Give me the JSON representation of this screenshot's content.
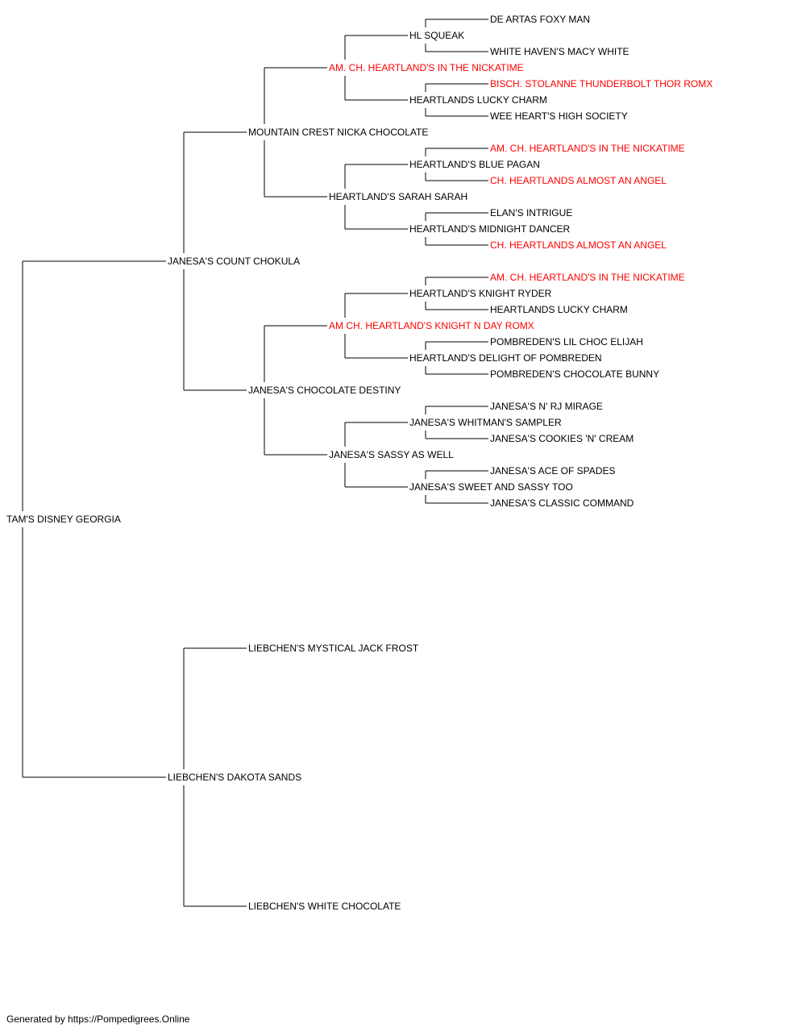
{
  "colors": {
    "normal": "#000000",
    "champion": "#ff0000",
    "line": "#000000"
  },
  "pedigree": {
    "name": "TAM'S DISNEY GEORGIA",
    "champion": false,
    "sire": {
      "name": "JANESA'S COUNT CHOKULA",
      "champion": false,
      "sire": {
        "name": "MOUNTAIN CREST NICKA CHOCOLATE",
        "champion": false,
        "sire": {
          "name": "AM. CH. HEARTLAND'S IN THE NICKATIME",
          "champion": true,
          "sire": {
            "name": "HL SQUEAK",
            "champion": false,
            "sire": {
              "name": "DE ARTAS FOXY MAN",
              "champion": false
            },
            "dam": {
              "name": "WHITE HAVEN'S MACY WHITE",
              "champion": false
            }
          },
          "dam": {
            "name": "HEARTLANDS LUCKY CHARM",
            "champion": false,
            "sire": {
              "name": "BISCH. STOLANNE THUNDERBOLT THOR ROMX",
              "champion": true
            },
            "dam": {
              "name": "WEE HEART'S HIGH SOCIETY",
              "champion": false
            }
          }
        },
        "dam": {
          "name": "HEARTLAND'S SARAH SARAH",
          "champion": false,
          "sire": {
            "name": "HEARTLAND'S BLUE PAGAN",
            "champion": false,
            "sire": {
              "name": "AM. CH. HEARTLAND'S IN THE NICKATIME",
              "champion": true
            },
            "dam": {
              "name": "CH. HEARTLANDS ALMOST AN ANGEL",
              "champion": true
            }
          },
          "dam": {
            "name": "HEARTLAND'S MIDNIGHT DANCER",
            "champion": false,
            "sire": {
              "name": "ELAN'S INTRIGUE",
              "champion": false
            },
            "dam": {
              "name": "CH. HEARTLANDS ALMOST AN ANGEL",
              "champion": true
            }
          }
        }
      },
      "dam": {
        "name": "JANESA'S CHOCOLATE DESTINY",
        "champion": false,
        "sire": {
          "name": "AM CH. HEARTLAND'S KNIGHT N DAY ROMX",
          "champion": true,
          "sire": {
            "name": "HEARTLAND'S KNIGHT RYDER",
            "champion": false,
            "sire": {
              "name": "AM. CH. HEARTLAND'S IN THE NICKATIME",
              "champion": true
            },
            "dam": {
              "name": "HEARTLANDS LUCKY CHARM",
              "champion": false
            }
          },
          "dam": {
            "name": "HEARTLAND'S DELIGHT OF POMBREDEN",
            "champion": false,
            "sire": {
              "name": "POMBREDEN'S LIL CHOC ELIJAH",
              "champion": false
            },
            "dam": {
              "name": "POMBREDEN'S CHOCOLATE BUNNY",
              "champion": false
            }
          }
        },
        "dam": {
          "name": "JANESA'S SASSY AS WELL",
          "champion": false,
          "sire": {
            "name": "JANESA'S WHITMAN'S SAMPLER",
            "champion": false,
            "sire": {
              "name": "JANESA'S N' RJ MIRAGE",
              "champion": false
            },
            "dam": {
              "name": "JANESA'S COOKIES 'N' CREAM",
              "champion": false
            }
          },
          "dam": {
            "name": "JANESA'S SWEET AND SASSY TOO",
            "champion": false,
            "sire": {
              "name": "JANESA'S ACE OF SPADES",
              "champion": false
            },
            "dam": {
              "name": "JANESA'S CLASSIC COMMAND",
              "champion": false
            }
          }
        }
      }
    },
    "dam": {
      "name": "LIEBCHEN'S DAKOTA SANDS",
      "champion": false,
      "sire": {
        "name": "LIEBCHEN'S MYSTICAL JACK FROST",
        "champion": false
      },
      "dam": {
        "name": "LIEBCHEN'S WHITE CHOCOLATE",
        "champion": false
      }
    }
  },
  "footer": {
    "text": "Generated by https://Pompedigrees.Online"
  }
}
